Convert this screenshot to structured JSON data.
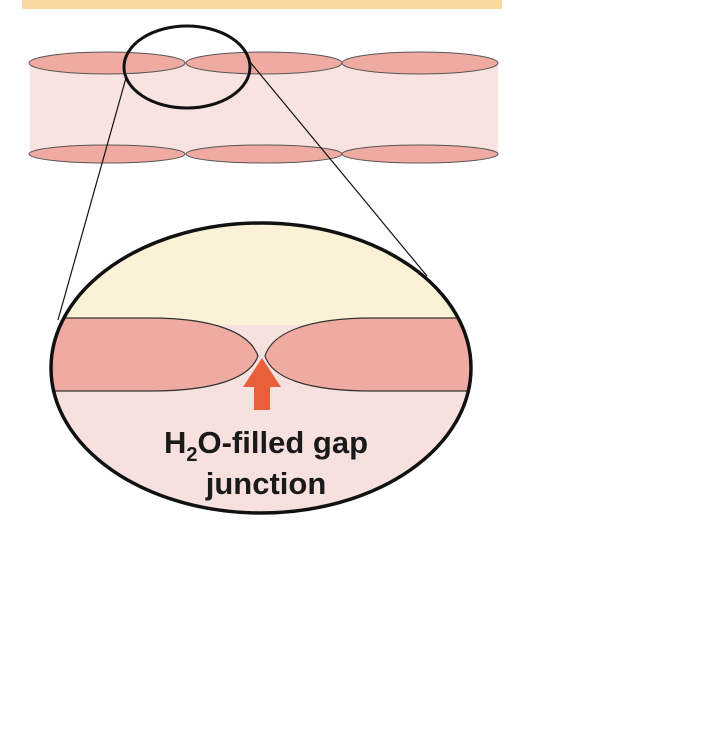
{
  "label": {
    "line1_prefix": "H",
    "line1_subscript": "2",
    "line1_suffix": "O-filled gap",
    "line2": "junction"
  },
  "colors": {
    "top_bar": "#f9d9a0",
    "cell_fill": "#efaaa2",
    "cell_band": "#f8e3e1",
    "gap_region_top": "#fbf1d6",
    "gap_region_bottom": "#f7e1df",
    "arrow": "#e8603a",
    "outline": "#111111"
  }
}
